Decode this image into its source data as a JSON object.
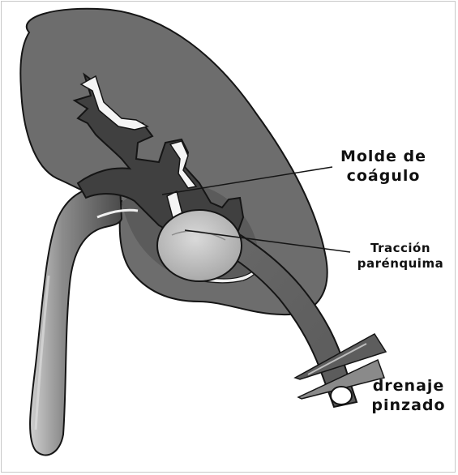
{
  "labels": {
    "clot_cast": {
      "line1": "Molde de",
      "line2": "coágulo"
    },
    "parenchyma_traction": {
      "line1": "Tracción",
      "line2": "parénquima"
    },
    "clamped_drain": {
      "line1": "drenaje",
      "line2": "pinzado"
    }
  },
  "colors": {
    "kidney_cortex": "#6d6d6d",
    "kidney_inner": "#595959",
    "collecting_system": "#404040",
    "ureter": "#7a7a7a",
    "clot_balloon": "#b9b9b9",
    "outline": "#151515",
    "background": "#ffffff"
  }
}
